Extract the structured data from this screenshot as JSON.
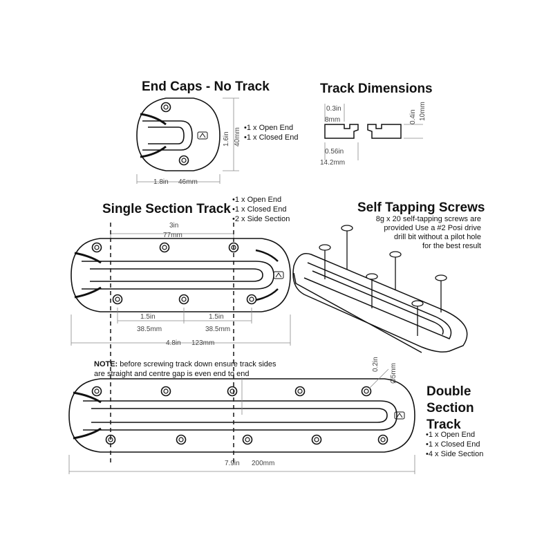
{
  "end_caps": {
    "title": "End Caps - No Track",
    "items": [
      "1 x Open End",
      "1 x Closed End"
    ],
    "dim_height_in": "1.6in",
    "dim_height_mm": "40mm",
    "dim_width_in": "1.8in",
    "dim_width_mm": "46mm"
  },
  "track_dimensions": {
    "title": "Track Dimensions",
    "gap_in": "0.3in",
    "gap_mm": "8mm",
    "width_in": "0.56in",
    "width_mm": "14.2mm",
    "height_in": "0.4in",
    "height_mm": "10mm"
  },
  "single_section": {
    "title": "Single Section Track",
    "items": [
      "1 x Open End",
      "1 x Closed End",
      "2 x Side Section"
    ],
    "hole_spacing_top_in": "3in",
    "hole_spacing_top_mm": "77mm",
    "hole_spacing_left_in": "1.5in",
    "hole_spacing_left_mm": "38.5mm",
    "hole_spacing_right_in": "1.5in",
    "hole_spacing_right_mm": "38.5mm",
    "length_in": "4.8in",
    "length_mm": "123mm"
  },
  "screws": {
    "title": "Self Tapping Screws",
    "lines": [
      "8g x 20 self-tapping screws are",
      "provided Use a #2 Posi drive",
      "drill bit without a pilot hole",
      "for the best result"
    ]
  },
  "note": {
    "label": "NOTE:",
    "line1": " before screwing track down ensure track sides",
    "line2": "are straight and centre gap is even end to end"
  },
  "double_section": {
    "title_lines": [
      "Double",
      "Section",
      "Track"
    ],
    "items": [
      "1 x Open End",
      "1 x Closed End",
      "4 x Side Section"
    ],
    "hole_in": "0.2in",
    "hole_mm": "Ø5mm",
    "length_in": "7.9in",
    "length_mm": "200mm"
  },
  "colors": {
    "line": "#111111",
    "dim": "#888888",
    "centerline": "#222222"
  }
}
